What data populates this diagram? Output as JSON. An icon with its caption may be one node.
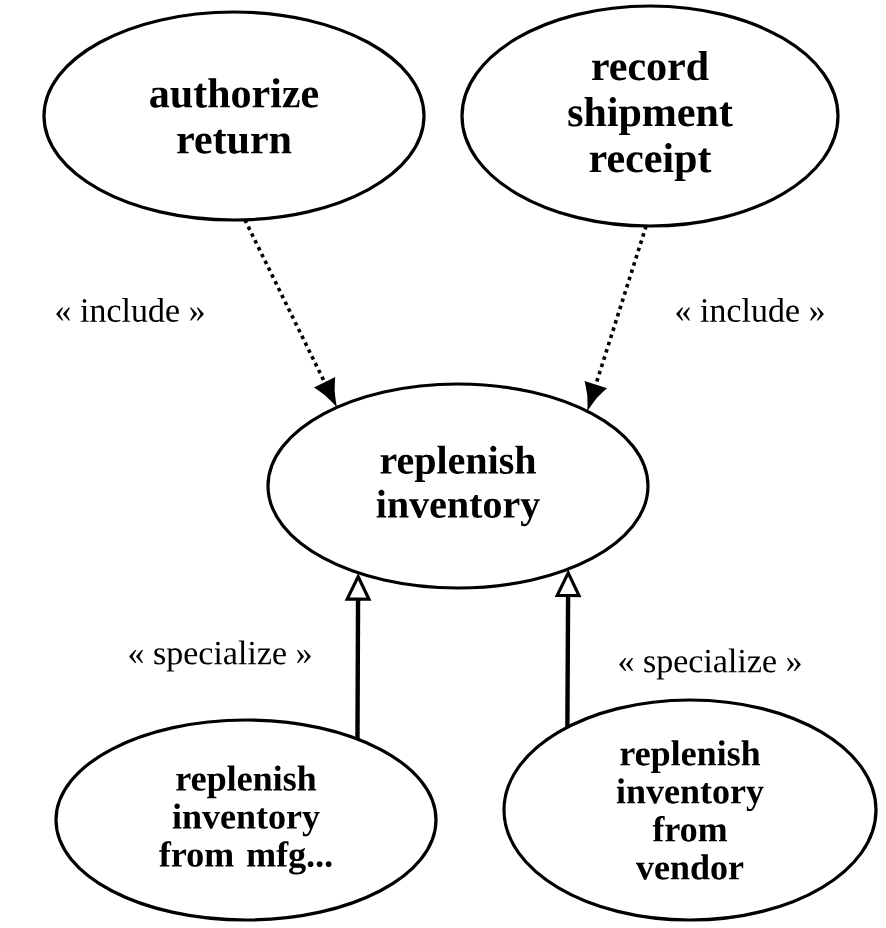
{
  "diagram": {
    "nodes": [
      {
        "text": [
          "authorize return"
        ]
      },
      {
        "text": [
          "record shipment receipt"
        ]
      },
      {
        "text": [
          "replenish inventory"
        ]
      },
      {
        "text": [
          "replenish inventory from mfg..."
        ]
      },
      {
        "text": [
          "replenish inventory from vendor"
        ]
      }
    ],
    "edges": [
      {
        "from": 0,
        "to": 2,
        "arrow": "to",
        "label": "« include »",
        "style": "dashed"
      },
      {
        "from": 1,
        "to": 2,
        "arrow": "to",
        "label": "« include »",
        "style": "dashed"
      },
      {
        "from": 3,
        "to": 2,
        "arrow": "to",
        "label": "« specialize »"
      },
      {
        "from": 4,
        "to": 2,
        "arrow": "to",
        "label": "« specialize »"
      }
    ]
  }
}
